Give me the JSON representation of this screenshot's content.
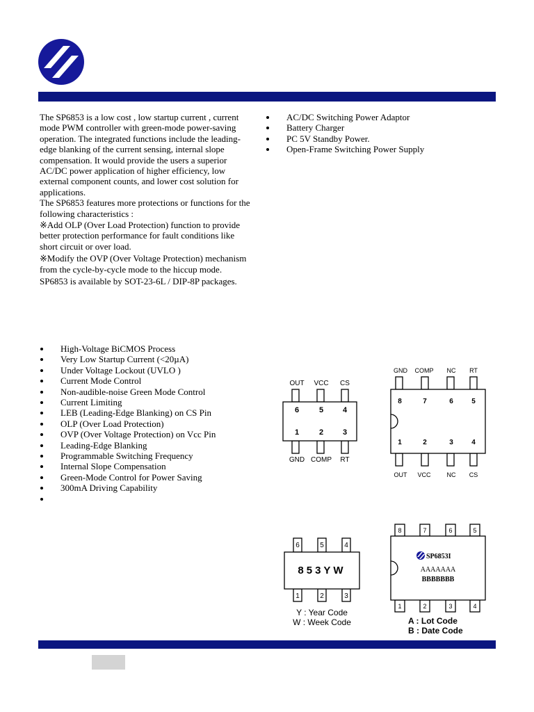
{
  "description": [
    "The SP6853 is a low cost , low startup current , current mode PWM controller with green-mode power-saving operation. The integrated functions include the leading-edge blanking of the current sensing, internal slope compensation. It would provide the users a superior AC/DC power application of higher efficiency, low external component counts, and lower cost solution for applications.",
    "The SP6853 features more protections or functions for the following characteristics :",
    "※Add OLP (Over Load Protection) function to provide better protection performance for fault conditions like short circuit or over load.",
    "※Modify the OVP (Over Voltage Protection) mechanism from the cycle-by-cycle mode to the hiccup mode.",
    "SP6853 is available by SOT-23-6L / DIP-8P packages."
  ],
  "applications": [
    "AC/DC Switching Power Adaptor",
    "Battery Charger",
    "PC 5V Standby Power.",
    "Open-Frame Switching Power Supply"
  ],
  "features": [
    "High-Voltage BiCMOS Process",
    "Very Low Startup Current (<20µA)",
    "Under Voltage Lockout (UVLO )",
    "Current Mode Control",
    "Non-audible-noise Green Mode Control",
    "Current Limiting",
    "LEB (Leading-Edge Blanking) on CS Pin",
    "OLP (Over Load Protection)",
    "OVP (Over Voltage Protection) on Vcc Pin",
    "Leading-Edge Blanking",
    "Programmable Switching Frequency",
    "Internal Slope Compensation",
    "Green-Mode Control for Power Saving",
    "300mA Driving Capability",
    ""
  ],
  "sot_pins": {
    "top_labels": [
      "OUT",
      "VCC",
      "CS"
    ],
    "top_numbers": [
      "6",
      "5",
      "4"
    ],
    "bottom_numbers": [
      "1",
      "2",
      "3"
    ],
    "bottom_labels": [
      "GND",
      "COMP",
      "RT"
    ]
  },
  "dip_pins": {
    "top_labels": [
      "GND",
      "COMP",
      "NC",
      "RT"
    ],
    "top_numbers": [
      "8",
      "7",
      "6",
      "5"
    ],
    "bottom_numbers": [
      "1",
      "2",
      "3",
      "4"
    ],
    "bottom_labels": [
      "OUT",
      "VCC",
      "NC",
      "CS"
    ]
  },
  "sot_marking": {
    "top_numbers": [
      "6",
      "5",
      "4"
    ],
    "bottom_numbers": [
      "1",
      "2",
      "3"
    ],
    "code": "853YW",
    "legend": [
      "Y : Year  Code",
      "W : Week Code"
    ]
  },
  "dip_marking": {
    "top_numbers": [
      "8",
      "7",
      "6",
      "5"
    ],
    "bottom_numbers": [
      "1",
      "2",
      "3",
      "4"
    ],
    "part": "SP6853I",
    "line1": "AAAAAAA",
    "line2": "BBBBBBB",
    "legend": [
      "A : Lot   Code",
      "B : Date Code"
    ]
  },
  "colors": {
    "brand": "#0a1680"
  }
}
